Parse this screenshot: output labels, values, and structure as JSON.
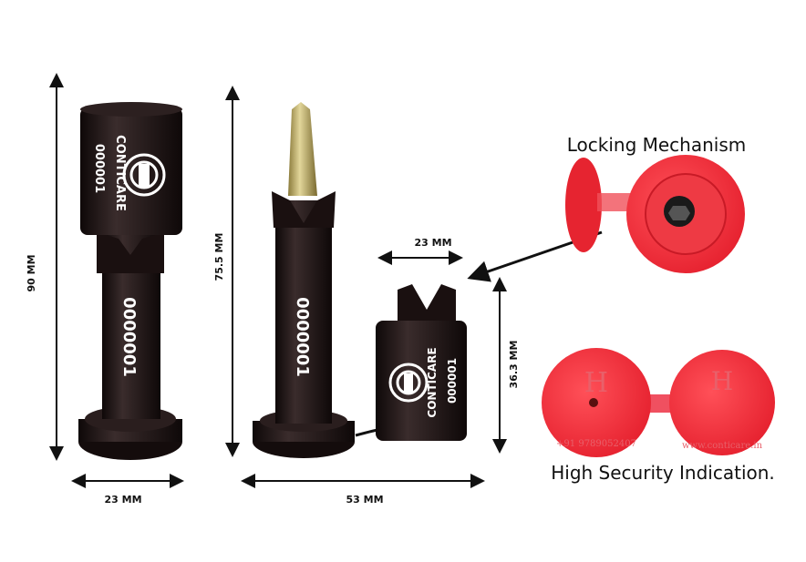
{
  "dimensions": {
    "seal_height": "90 MM",
    "seal_width": "23 MM",
    "bolt_height": "75.5 MM",
    "cap_width": "23 MM",
    "cap_height": "36.3 MM",
    "total_width": "53 MM"
  },
  "captions": {
    "locking": "Locking Mechanism",
    "security": "High Security Indication."
  },
  "product": {
    "brand": "CONTICARE",
    "serial_short": "000001",
    "serial_long": "0000001",
    "cap_letter": "H",
    "phone": "+91 9789052407",
    "website": "www.conticare.in"
  },
  "colors": {
    "seal": "#1e1414",
    "red": "#f0323c",
    "pin": "#c9b56a"
  }
}
